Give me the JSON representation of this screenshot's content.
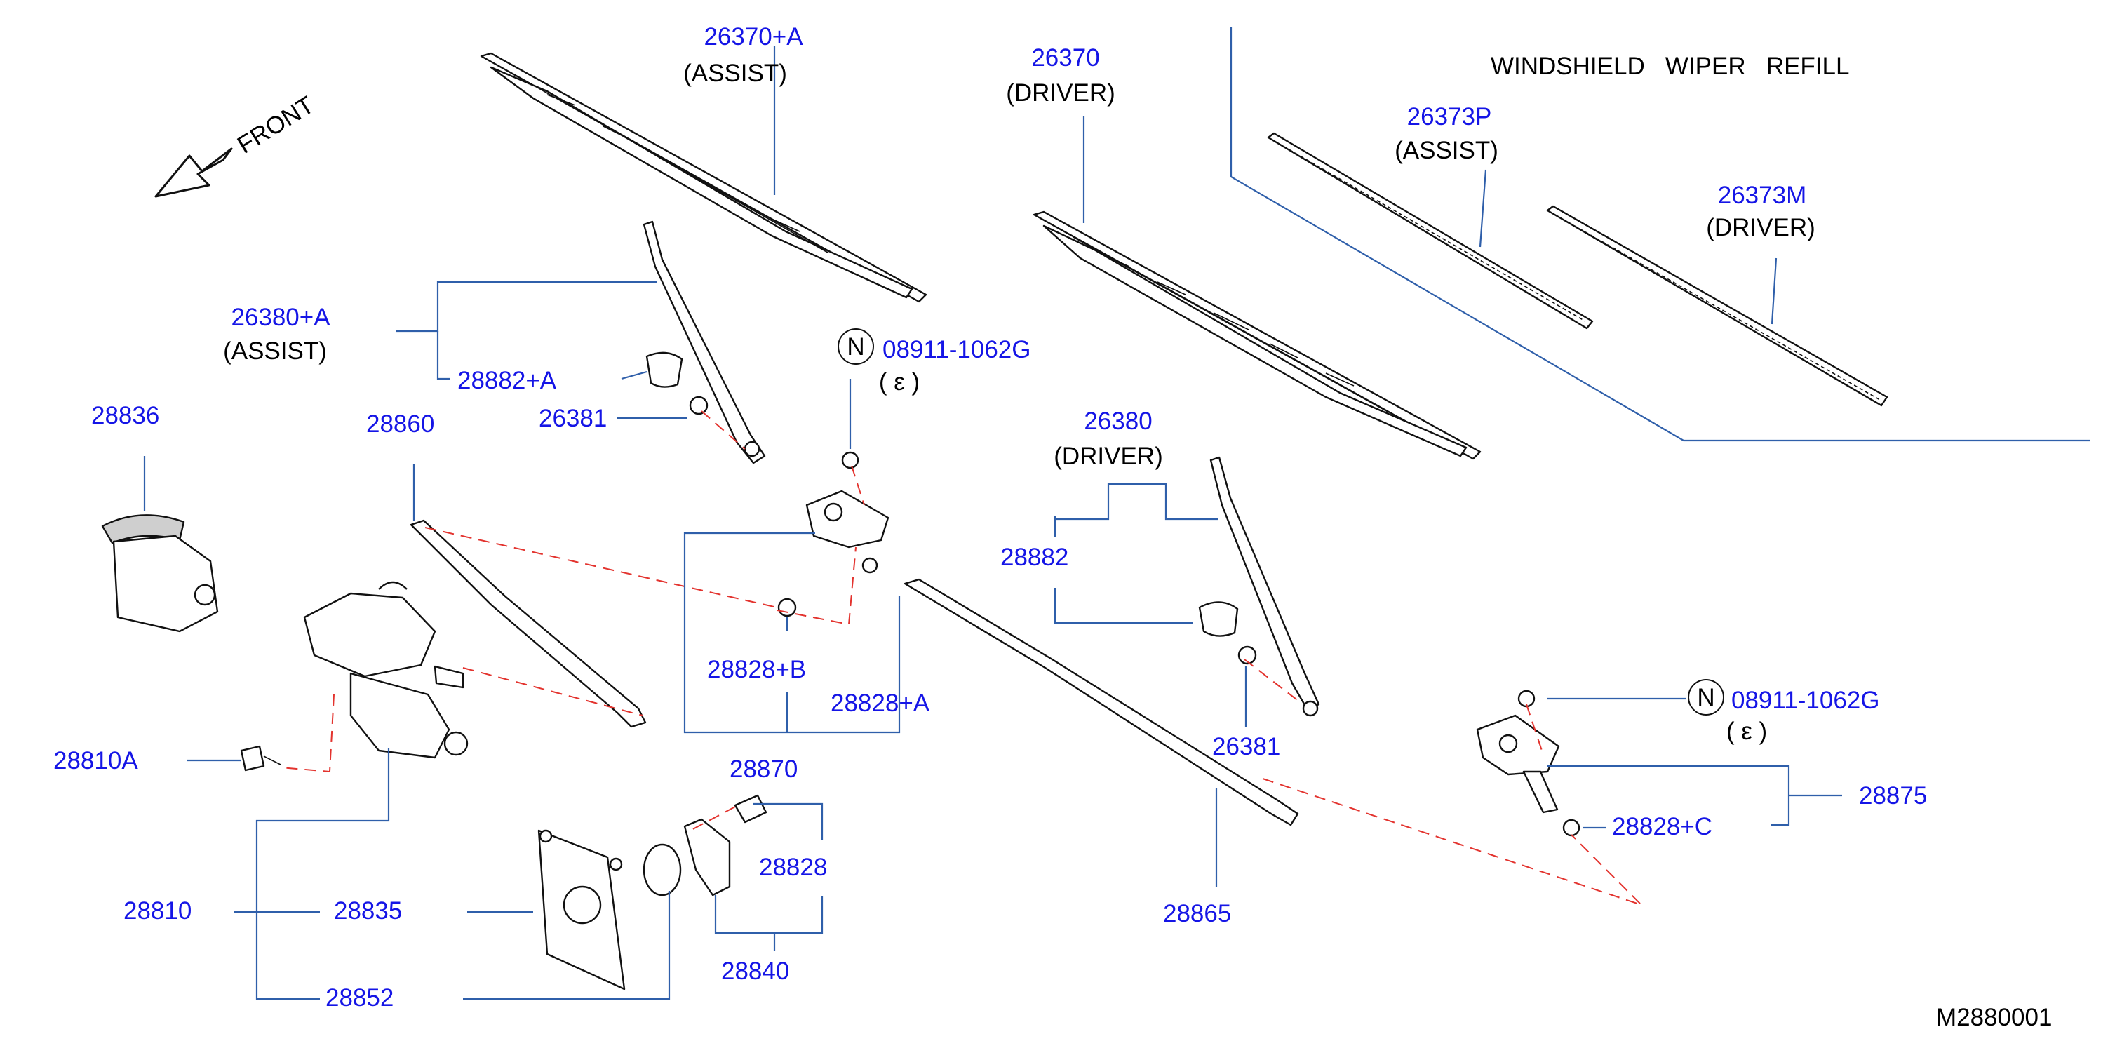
{
  "direction_label": "FRONT",
  "title": "WINDSHIELD   WIPER   REFILL",
  "figure_id": "M2880001",
  "colors": {
    "part_number": "#1515e6",
    "leader_line": "#2f5faa",
    "dashed_link": "#e3332e",
    "text": "#000000"
  },
  "parts": {
    "blade_assist": {
      "number": "26370+A",
      "note": "(ASSIST)"
    },
    "blade_driver": {
      "number": "26370",
      "note": "(DRIVER)"
    },
    "refill_assist": {
      "number": "26373P",
      "note": "(ASSIST)"
    },
    "refill_driver": {
      "number": "26373M",
      "note": "(DRIVER)"
    },
    "arm_assist": {
      "number": "26380+A",
      "note": "(ASSIST)"
    },
    "cap_assist": {
      "number": "28882+A"
    },
    "nut_assist": {
      "number": "26381"
    },
    "nut_n1": {
      "symbol": "N",
      "number": "08911-1062G",
      "note": "( ε )"
    },
    "motor_cover": {
      "number": "28836"
    },
    "link_short": {
      "number": "28860"
    },
    "arm_driver": {
      "number": "26380",
      "note": "(DRIVER)"
    },
    "cap_driver": {
      "number": "28882"
    },
    "bushing_b": {
      "number": "28828+B"
    },
    "bushing_a": {
      "number": "28828+A"
    },
    "linkage_assembly": {
      "number": "28870"
    },
    "nut_driver": {
      "number": "26381"
    },
    "nut_n2": {
      "symbol": "N",
      "number": "08911-1062G",
      "note": "( ε )"
    },
    "pivot_driver": {
      "number": "28875"
    },
    "bushing_c": {
      "number": "28828+C"
    },
    "screw": {
      "number": "28810A"
    },
    "bushing": {
      "number": "28828"
    },
    "motor": {
      "number": "28810"
    },
    "plate": {
      "number": "28835"
    },
    "link_long": {
      "number": "28865"
    },
    "bracket": {
      "number": "28840"
    },
    "gasket": {
      "number": "28852"
    }
  }
}
